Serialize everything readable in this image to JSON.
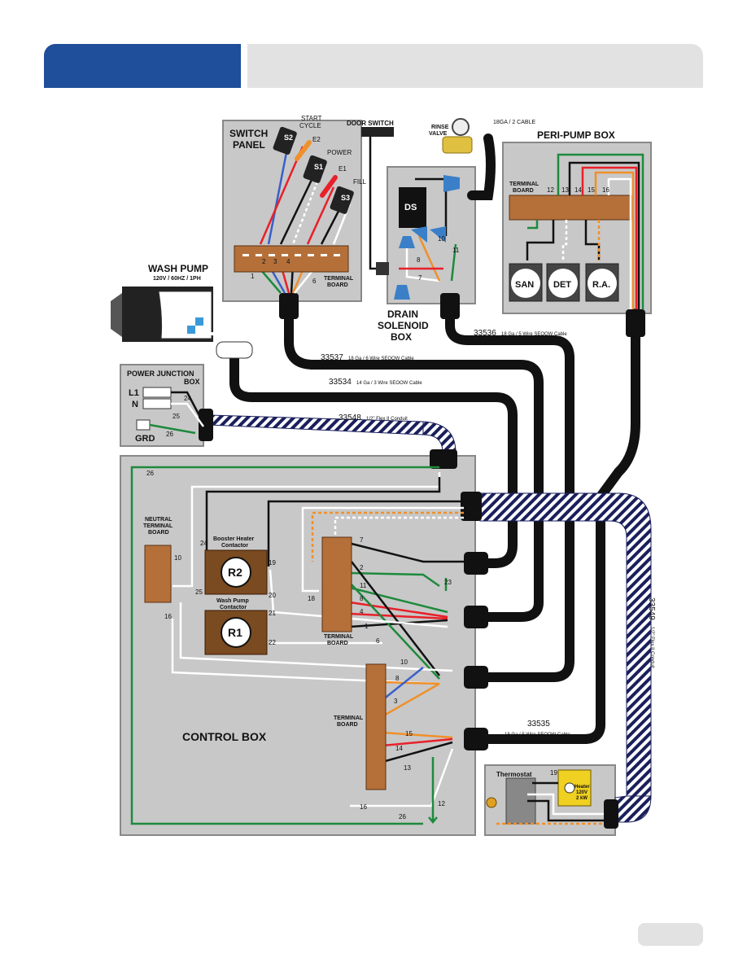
{
  "header": {
    "title": "",
    "section": ""
  },
  "footer": {
    "page_number": ""
  },
  "labels": {
    "switch_panel_1": "SWITCH",
    "switch_panel_2": "PANEL",
    "start_cycle_1": "START",
    "start_cycle_2": "CYCLE",
    "e2": "E2",
    "power": "POWER",
    "e1": "E1",
    "fill": "FILL",
    "s1": "S1",
    "s2": "S2",
    "s3": "S3",
    "sp_terminal_board_1": "TERMINAL",
    "sp_terminal_board_2": "BOARD",
    "door_switch": "DOOR SWITCH",
    "rinse_valve_1": "RINSE",
    "rinse_valve_2": "VALVE",
    "rinse_cable": "18GA / 2 CABLE",
    "ds": "DS",
    "drain_box_1": "DRAIN",
    "drain_box_2": "SOLENOID",
    "drain_box_3": "BOX",
    "peri_pump_box": "PERI-PUMP BOX",
    "pp_terminal_board_1": "TERMINAL",
    "pp_terminal_board_2": "BOARD",
    "san": "SAN",
    "det": "DET",
    "ra": "R.A.",
    "wash_pump": "WASH PUMP",
    "wash_pump_spec": "120V / 60HZ / 1PH",
    "power_junction_1": "POWER JUNCTION",
    "power_junction_2": "BOX",
    "l1": "L1",
    "n": "N",
    "grd": "GRD",
    "neutral_tb_1": "NEUTRAL",
    "neutral_tb_2": "TERMINAL",
    "neutral_tb_3": "BOARD",
    "booster_1": "Booster Heater",
    "booster_2": "Contactor",
    "r2": "R2",
    "washpump_contactor_1": "Wash Pump",
    "washpump_contactor_2": "Contactor",
    "r1": "R1",
    "cb_tb1_1": "TERMINAL",
    "cb_tb1_2": "BOARD",
    "cb_tb2_1": "TERMINAL",
    "cb_tb2_2": "BOARD",
    "control_box": "CONTROL BOX",
    "thermostat": "Thermostat",
    "heater_1": "Heater",
    "heater_2": "120V",
    "heater_3": "2 kW"
  },
  "cables": {
    "c33537_num": "33537",
    "c33537_desc": "18 Ga / 6 Wire SEOOW Cable",
    "c33534_num": "33534",
    "c33534_desc": "14 Ga / 3 Wire SEOOW Cable",
    "c33548_num": "33548",
    "c33548_desc": "1/2\" Flex II Conduit",
    "c33536_num": "33536",
    "c33536_desc": "18 Ga / 5 Wire SEOOW Cable",
    "c33535_num": "33535",
    "c33535_desc": "18 Ga / 5 Wire SEOOW Cable",
    "c33549_num": "33549",
    "c33549_desc": "1/2\" Flex II Conduit"
  },
  "wire_numbers": {
    "w1": "1",
    "w2": "2",
    "w3": "3",
    "w4": "4",
    "w6": "6",
    "w7": "7",
    "w8": "8",
    "w10": "10",
    "w11": "11",
    "w12": "12",
    "w13": "13",
    "w14": "14",
    "w15": "15",
    "w16": "16",
    "w18": "18",
    "w19": "19",
    "w20": "20",
    "w21": "21",
    "w22": "22",
    "w23": "23",
    "w24": "24",
    "w25": "25",
    "w26": "26"
  },
  "colors": {
    "header_blue": "#1f4e9a",
    "box_gray": "#c8c8c8",
    "terminal_brown": "#b5703a",
    "wire_red": "#e8202a",
    "wire_green": "#1d8a3c",
    "wire_orange": "#f0902a",
    "wire_blue": "#3a5fc8",
    "wire_black": "#111111",
    "wire_white": "#ffffff"
  }
}
